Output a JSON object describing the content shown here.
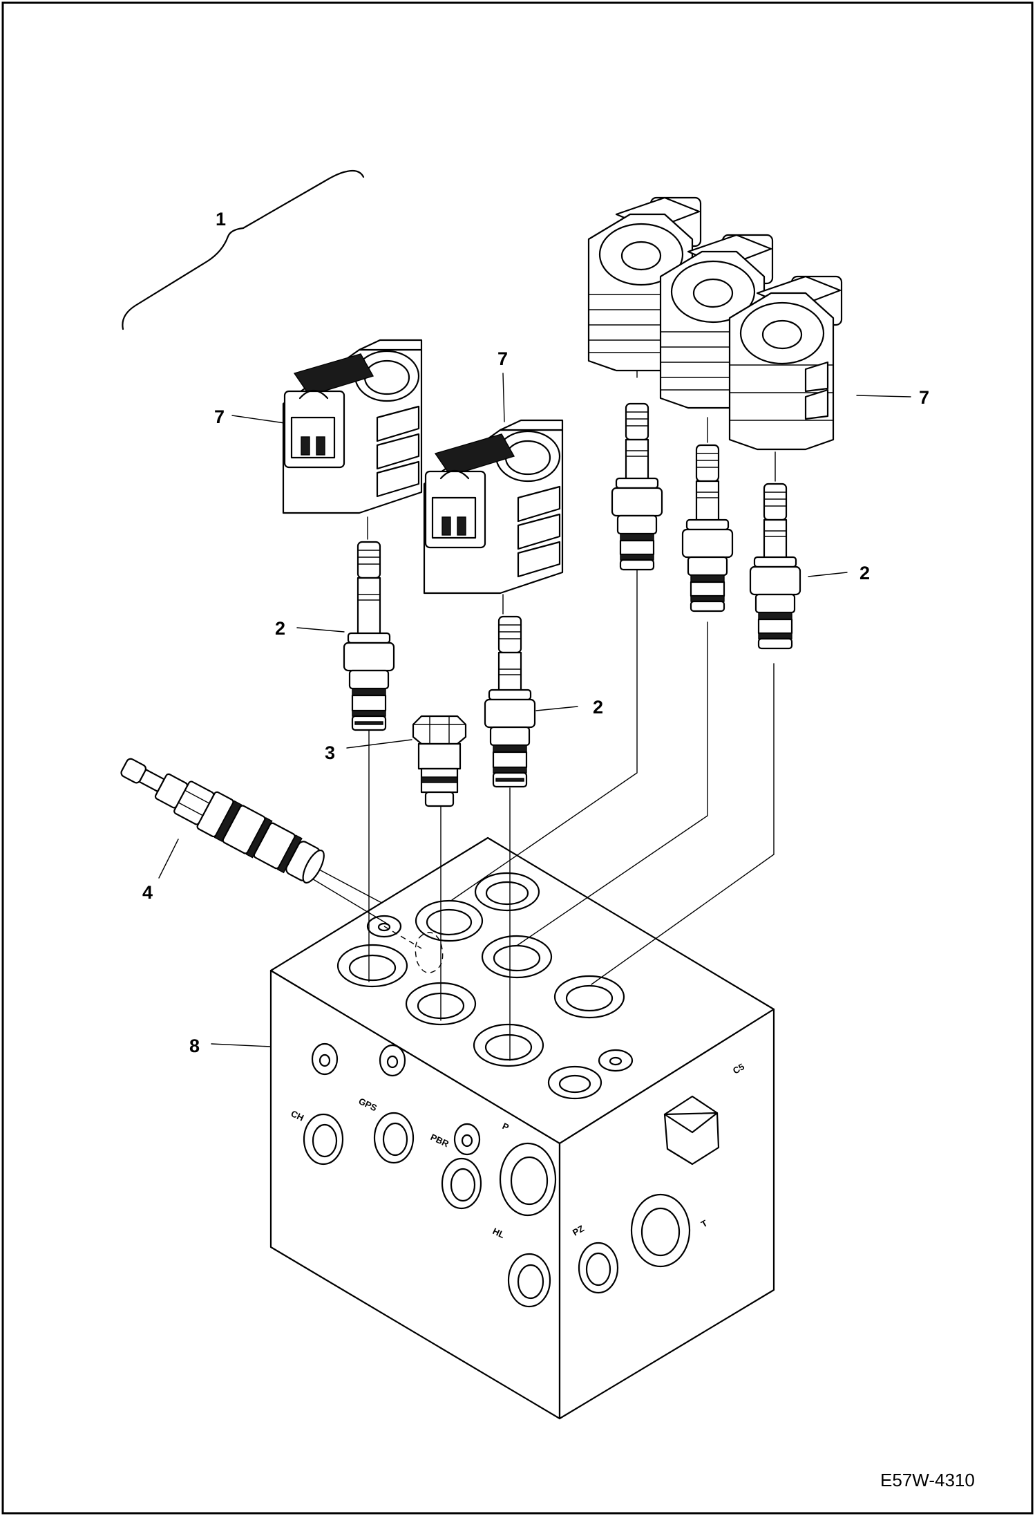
{
  "callouts": {
    "assembly": "1",
    "cartridge_a": "2",
    "cartridge_b": "2",
    "cartridge_c": "2",
    "check_valve": "3",
    "relief_valve": "4",
    "coil_a": "7",
    "coil_b": "7",
    "coil_c": "7",
    "manifold": "8"
  },
  "ports": {
    "ch": "CH",
    "gps": "GPS",
    "pbr": "PBR",
    "p": "P",
    "hl": "HL",
    "pz": "PZ",
    "t": "T",
    "c5": "C5"
  },
  "figure_ref": "E57W-4310"
}
